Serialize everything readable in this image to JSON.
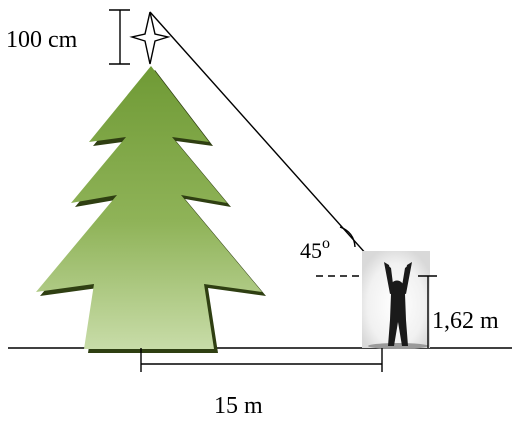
{
  "labels": {
    "star_height": "100 cm",
    "angle": "45",
    "angle_unit": "o",
    "person_height": "1,62 m",
    "distance": "15 m"
  },
  "colors": {
    "tree_light": "#c8dca8",
    "tree_dark": "#6f9a35",
    "tree_shadow": "#2f3f12",
    "line": "#000000"
  },
  "icons": {
    "star": "four-point-star-icon",
    "person": "person-silhouette-icon"
  }
}
